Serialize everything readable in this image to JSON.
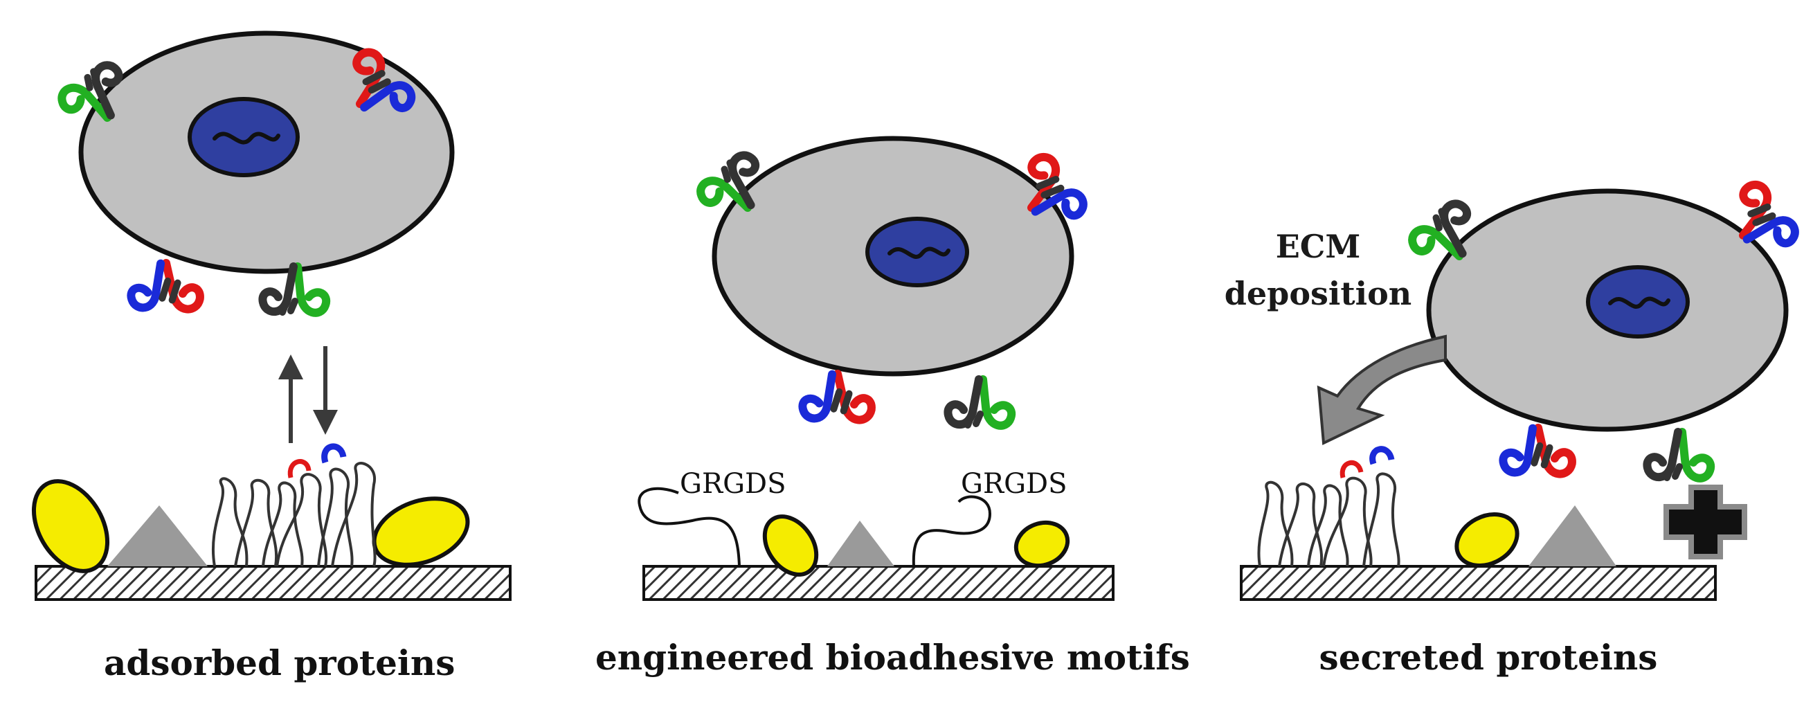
{
  "panels": [
    {
      "caption": "adsorbed proteins"
    },
    {
      "caption": "engineered bioadhesive motifs",
      "motif_labels": [
        "GRGDS",
        "GRGDS"
      ]
    },
    {
      "caption": "secreted proteins",
      "annotation_line1": "ECM",
      "annotation_line2": "deposition"
    }
  ],
  "colors": {
    "cell_fill": "#c0c0c0",
    "nucleus_fill": "#2f3fa0",
    "receptor_red": "#e01818",
    "receptor_green": "#22b022",
    "receptor_blue": "#1a2ad8",
    "receptor_dark": "#333333",
    "adsorbed_yellow": "#f5ec00",
    "substrate_gray": "#9a9a9a"
  },
  "icons": [
    "cell-icon",
    "nucleus-icon",
    "integrin-icon",
    "arrow-icon",
    "substrate-icon",
    "cross-icon"
  ]
}
